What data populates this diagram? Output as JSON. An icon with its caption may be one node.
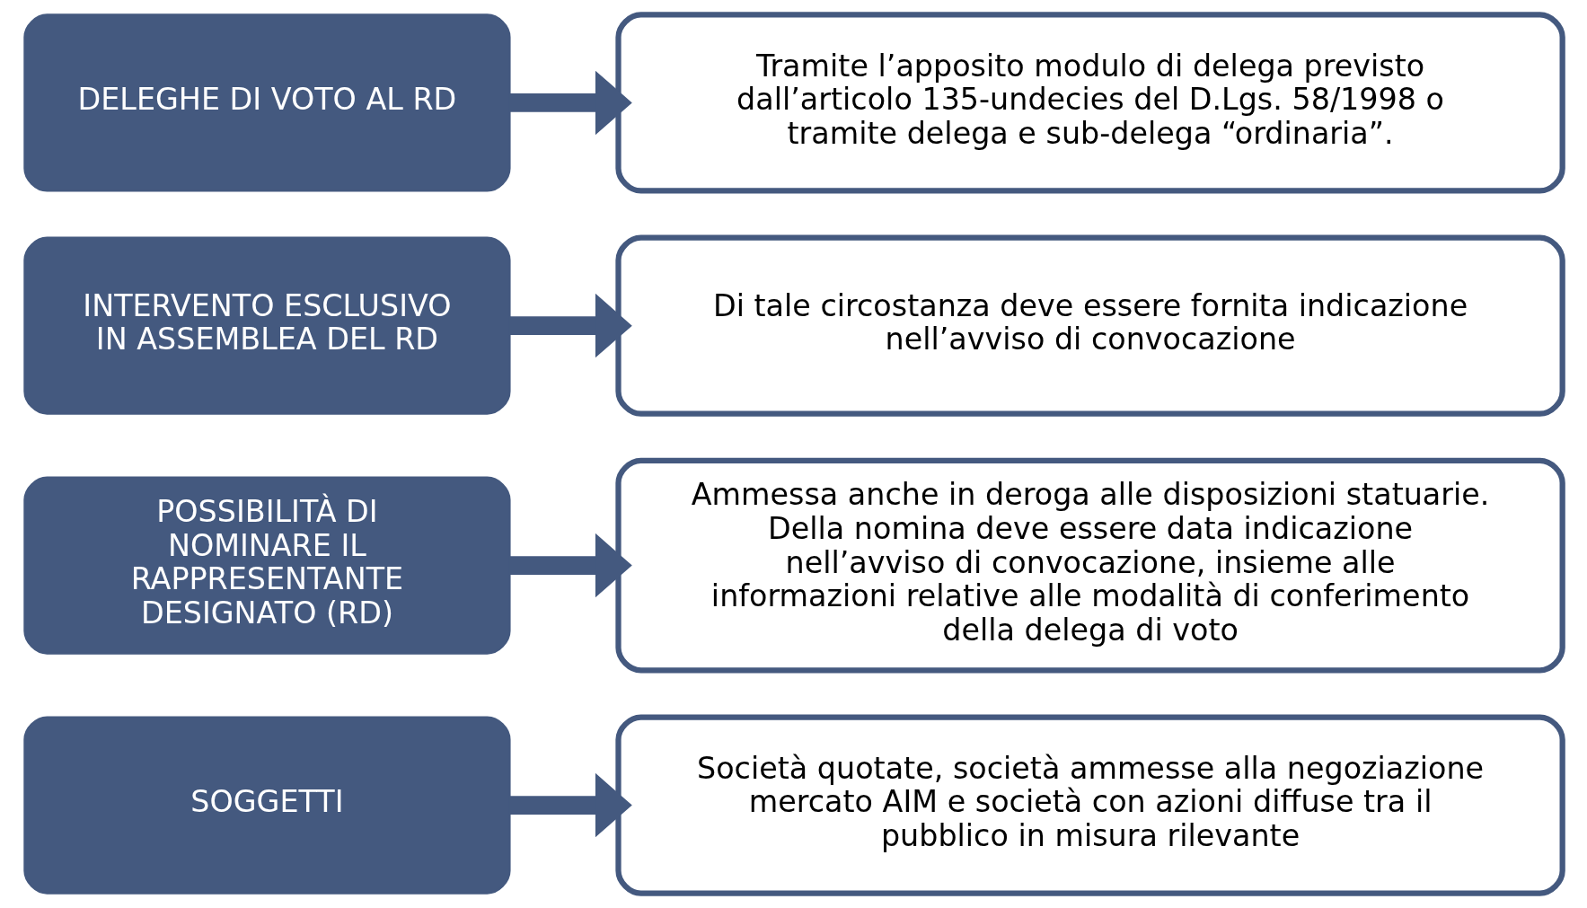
{
  "diagram": {
    "nodes": [
      {
        "text": [
          "SOGGETTI"
        ]
      },
      {
        "text": [
          "Società quotate, società ammesse alla negoziazione mercato AIM e società con azioni diffuse tra il pubblico in misura rilevante"
        ]
      },
      {
        "text": [
          "POSSIBILITÀ DI NOMINARE IL RAPPRESENTANTE DESIGNATO (RD)"
        ]
      },
      {
        "text": [
          "Ammessa anche in deroga alle disposizioni statuarie. Della nomina deve essere data indicazione nell’avviso di convocazione, insieme alle informazioni relative alle modalità di conferimento della delega di voto"
        ]
      },
      {
        "text": [
          "INTERVENTO ESCLUSIVO IN ASSEMBLEA DEL RD"
        ]
      },
      {
        "text": [
          "Di tale circostanza deve essere fornita indicazione nell’avviso di convocazione"
        ]
      },
      {
        "text": [
          "DELEGHE DI VOTO AL RD"
        ]
      },
      {
        "text": [
          "Tramite l’apposito modulo di delega previsto dall’articolo 135-undecies del D.Lgs. 58/1998 o  tramite delega e sub-delega “ordinaria”."
        ]
      }
    ],
    "edges": [
      {
        "from": 0,
        "to": 1,
        "arrow": "to"
      },
      {
        "from": 2,
        "to": 3,
        "arrow": "to"
      },
      {
        "from": 4,
        "to": 5,
        "arrow": "to"
      },
      {
        "from": 6,
        "to": 7,
        "arrow": "to"
      }
    ]
  }
}
